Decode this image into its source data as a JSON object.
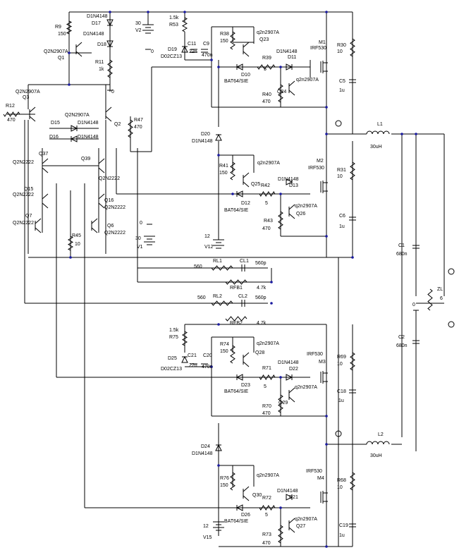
{
  "title": "",
  "labels": [
    {
      "id": "d17",
      "t": "D1N4148"
    },
    {
      "id": "d17n",
      "t": "D17"
    },
    {
      "id": "d17b",
      "t": "D1N4148"
    },
    {
      "id": "d18",
      "t": "D18"
    },
    {
      "id": "r9",
      "t": "R9"
    },
    {
      "id": "r9v",
      "t": "150"
    },
    {
      "id": "q1m",
      "t": "Q2N2907A"
    },
    {
      "id": "q1",
      "t": "Q1"
    },
    {
      "id": "r11",
      "t": "R11"
    },
    {
      "id": "r11v",
      "t": "1k"
    },
    {
      "id": "g0a",
      "t": "0"
    },
    {
      "id": "v2v",
      "t": "30"
    },
    {
      "id": "v2",
      "t": "V2"
    },
    {
      "id": "g0b",
      "t": "0"
    },
    {
      "id": "r53v",
      "t": "1.5k"
    },
    {
      "id": "r53",
      "t": "R53"
    },
    {
      "id": "d19",
      "t": "D19"
    },
    {
      "id": "d19m",
      "t": "D02CZ13"
    },
    {
      "id": "c11",
      "t": "C11"
    },
    {
      "id": "c11v",
      "t": "22n"
    },
    {
      "id": "c9",
      "t": "C9"
    },
    {
      "id": "c9v",
      "t": "470n"
    },
    {
      "id": "r38",
      "t": "R38"
    },
    {
      "id": "r38v",
      "t": "150"
    },
    {
      "id": "q23m",
      "t": "q2n2907A"
    },
    {
      "id": "q23",
      "t": "Q23"
    },
    {
      "id": "m1",
      "t": "M1"
    },
    {
      "id": "m1m",
      "t": "IRF530"
    },
    {
      "id": "r30",
      "t": "R30"
    },
    {
      "id": "r30v",
      "t": "10"
    },
    {
      "id": "d11m",
      "t": "D1N4148"
    },
    {
      "id": "d11",
      "t": "D11"
    },
    {
      "id": "r39",
      "t": "R39"
    },
    {
      "id": "r39v",
      "t": "5"
    },
    {
      "id": "d10",
      "t": "D10"
    },
    {
      "id": "d10m",
      "t": "BAT64/SIE"
    },
    {
      "id": "q24m",
      "t": "q2n2907A"
    },
    {
      "id": "q24",
      "t": "Q24"
    },
    {
      "id": "r40",
      "t": "R40"
    },
    {
      "id": "r40v",
      "t": "470"
    },
    {
      "id": "c5",
      "t": "C5"
    },
    {
      "id": "c5v",
      "t": "1u"
    },
    {
      "id": "q3m",
      "t": "Q2N2907A"
    },
    {
      "id": "q3",
      "t": "Q3"
    },
    {
      "id": "r12",
      "t": "R12"
    },
    {
      "id": "r12v",
      "t": "470"
    },
    {
      "id": "q2m",
      "t": "Q2N2907A"
    },
    {
      "id": "q2",
      "t": "Q2"
    },
    {
      "id": "d15",
      "t": "D15"
    },
    {
      "id": "d15m",
      "t": "D1N4148"
    },
    {
      "id": "d16",
      "t": "D16"
    },
    {
      "id": "d16m",
      "t": "D1N4148"
    },
    {
      "id": "r47",
      "t": "R47"
    },
    {
      "id": "r47v",
      "t": "470"
    },
    {
      "id": "d20",
      "t": "D20"
    },
    {
      "id": "d20m",
      "t": "D1N4148"
    },
    {
      "id": "l1",
      "t": "L1"
    },
    {
      "id": "l1v",
      "t": "30uH"
    },
    {
      "id": "q37",
      "t": "Q37"
    },
    {
      "id": "q37m",
      "t": "Q2N2222"
    },
    {
      "id": "q39",
      "t": "Q39"
    },
    {
      "id": "q39m",
      "t": "Q2N2222"
    },
    {
      "id": "r41",
      "t": "R41"
    },
    {
      "id": "r41v",
      "t": "150"
    },
    {
      "id": "q25m",
      "t": "q2n2907A"
    },
    {
      "id": "q25",
      "t": "Q25"
    },
    {
      "id": "m2",
      "t": "M2"
    },
    {
      "id": "m2m",
      "t": "IRF530"
    },
    {
      "id": "r31",
      "t": "R31"
    },
    {
      "id": "r31v",
      "t": "10"
    },
    {
      "id": "q15",
      "t": "Q15"
    },
    {
      "id": "q15m",
      "t": "Q2N2222"
    },
    {
      "id": "q16",
      "t": "Q16"
    },
    {
      "id": "q16m",
      "t": "Q2N2222"
    },
    {
      "id": "d13m",
      "t": "D1N4148"
    },
    {
      "id": "d13",
      "t": "D13"
    },
    {
      "id": "r42",
      "t": "R42"
    },
    {
      "id": "r42v",
      "t": "5"
    },
    {
      "id": "d12",
      "t": "D12"
    },
    {
      "id": "d12m",
      "t": "BAT64/SIE"
    },
    {
      "id": "q26m",
      "t": "q2n2907A"
    },
    {
      "id": "q26",
      "t": "Q26"
    },
    {
      "id": "q7",
      "t": "Q7"
    },
    {
      "id": "q7m",
      "t": "Q2N2222"
    },
    {
      "id": "q6",
      "t": "Q6"
    },
    {
      "id": "q6m",
      "t": "Q2N2222"
    },
    {
      "id": "r45",
      "t": "R45"
    },
    {
      "id": "r45v",
      "t": "10"
    },
    {
      "id": "g0c",
      "t": "0"
    },
    {
      "id": "v1v",
      "t": "30"
    },
    {
      "id": "v1",
      "t": "V1"
    },
    {
      "id": "r43",
      "t": "R43"
    },
    {
      "id": "r43v",
      "t": "470"
    },
    {
      "id": "c6",
      "t": "C6"
    },
    {
      "id": "c6v",
      "t": "1u"
    },
    {
      "id": "v12v",
      "t": "12"
    },
    {
      "id": "v12",
      "t": "V12"
    },
    {
      "id": "c1",
      "t": "C1"
    },
    {
      "id": "c1v",
      "t": "680n"
    },
    {
      "id": "rl1",
      "t": "RL1"
    },
    {
      "id": "cl1",
      "t": "CL1"
    },
    {
      "id": "rl1v",
      "t": "560"
    },
    {
      "id": "cl1v",
      "t": "560p"
    },
    {
      "id": "rfb1",
      "t": "RFB1"
    },
    {
      "id": "rfb1v",
      "t": "4.7k"
    },
    {
      "id": "zl",
      "t": "ZL"
    },
    {
      "id": "zlv",
      "t": "6"
    },
    {
      "id": "g0d",
      "t": "0"
    },
    {
      "id": "rl2v",
      "t": "560"
    },
    {
      "id": "rl2",
      "t": "RL2"
    },
    {
      "id": "cl2",
      "t": "CL2"
    },
    {
      "id": "cl2v",
      "t": "560p"
    },
    {
      "id": "rfb2",
      "t": "RFB2"
    },
    {
      "id": "rfb2v",
      "t": "4.7k"
    },
    {
      "id": "c2",
      "t": "C2"
    },
    {
      "id": "c2v",
      "t": "680n"
    },
    {
      "id": "r75v",
      "t": "1.5k"
    },
    {
      "id": "r75",
      "t": "R75"
    },
    {
      "id": "r74",
      "t": "R74"
    },
    {
      "id": "r74v",
      "t": "150"
    },
    {
      "id": "q28m",
      "t": "q2n2907A"
    },
    {
      "id": "q28",
      "t": "Q28"
    },
    {
      "id": "m3m",
      "t": "IRF530"
    },
    {
      "id": "m3",
      "t": "M3"
    },
    {
      "id": "d25",
      "t": "D25"
    },
    {
      "id": "d25m",
      "t": "D02CZ13"
    },
    {
      "id": "c21",
      "t": "C21"
    },
    {
      "id": "c21v",
      "t": "22n"
    },
    {
      "id": "c20",
      "t": "C20"
    },
    {
      "id": "c20v",
      "t": "470n"
    },
    {
      "id": "r71",
      "t": "R71"
    },
    {
      "id": "r71v",
      "t": "5"
    },
    {
      "id": "d22m",
      "t": "D1N4148"
    },
    {
      "id": "d22",
      "t": "D22"
    },
    {
      "id": "r69",
      "t": "R69"
    },
    {
      "id": "r69v",
      "t": "10"
    },
    {
      "id": "d23",
      "t": "D23"
    },
    {
      "id": "d23m",
      "t": "BAT64/SIE"
    },
    {
      "id": "q29m",
      "t": "q2n2907A"
    },
    {
      "id": "q29",
      "t": "Q29"
    },
    {
      "id": "c18",
      "t": "C18"
    },
    {
      "id": "c18v",
      "t": "1u"
    },
    {
      "id": "r70",
      "t": "R70"
    },
    {
      "id": "r70v",
      "t": "470"
    },
    {
      "id": "l2",
      "t": "L2"
    },
    {
      "id": "l2v",
      "t": "30uH"
    },
    {
      "id": "d24",
      "t": "D24"
    },
    {
      "id": "d24m",
      "t": "D1N4148"
    },
    {
      "id": "m4m",
      "t": "IRF530"
    },
    {
      "id": "m4",
      "t": "M4"
    },
    {
      "id": "r76",
      "t": "R76"
    },
    {
      "id": "r76v",
      "t": "150"
    },
    {
      "id": "q30m",
      "t": "q2n2907A"
    },
    {
      "id": "q30",
      "t": "Q30"
    },
    {
      "id": "r68",
      "t": "R68"
    },
    {
      "id": "r68v",
      "t": "10"
    },
    {
      "id": "d21m",
      "t": "D1N4148"
    },
    {
      "id": "d21",
      "t": "D21"
    },
    {
      "id": "r72",
      "t": "R72"
    },
    {
      "id": "r72v",
      "t": "5"
    },
    {
      "id": "d26",
      "t": "D26"
    },
    {
      "id": "d26m",
      "t": "BAT64/SIE"
    },
    {
      "id": "q27m",
      "t": "q2n2907A"
    },
    {
      "id": "q27",
      "t": "Q27"
    },
    {
      "id": "v15v",
      "t": "12"
    },
    {
      "id": "v15",
      "t": "V15"
    },
    {
      "id": "r73",
      "t": "R73"
    },
    {
      "id": "r73v",
      "t": "470"
    },
    {
      "id": "c19",
      "t": "C19"
    },
    {
      "id": "c19v",
      "t": "1u"
    }
  ]
}
